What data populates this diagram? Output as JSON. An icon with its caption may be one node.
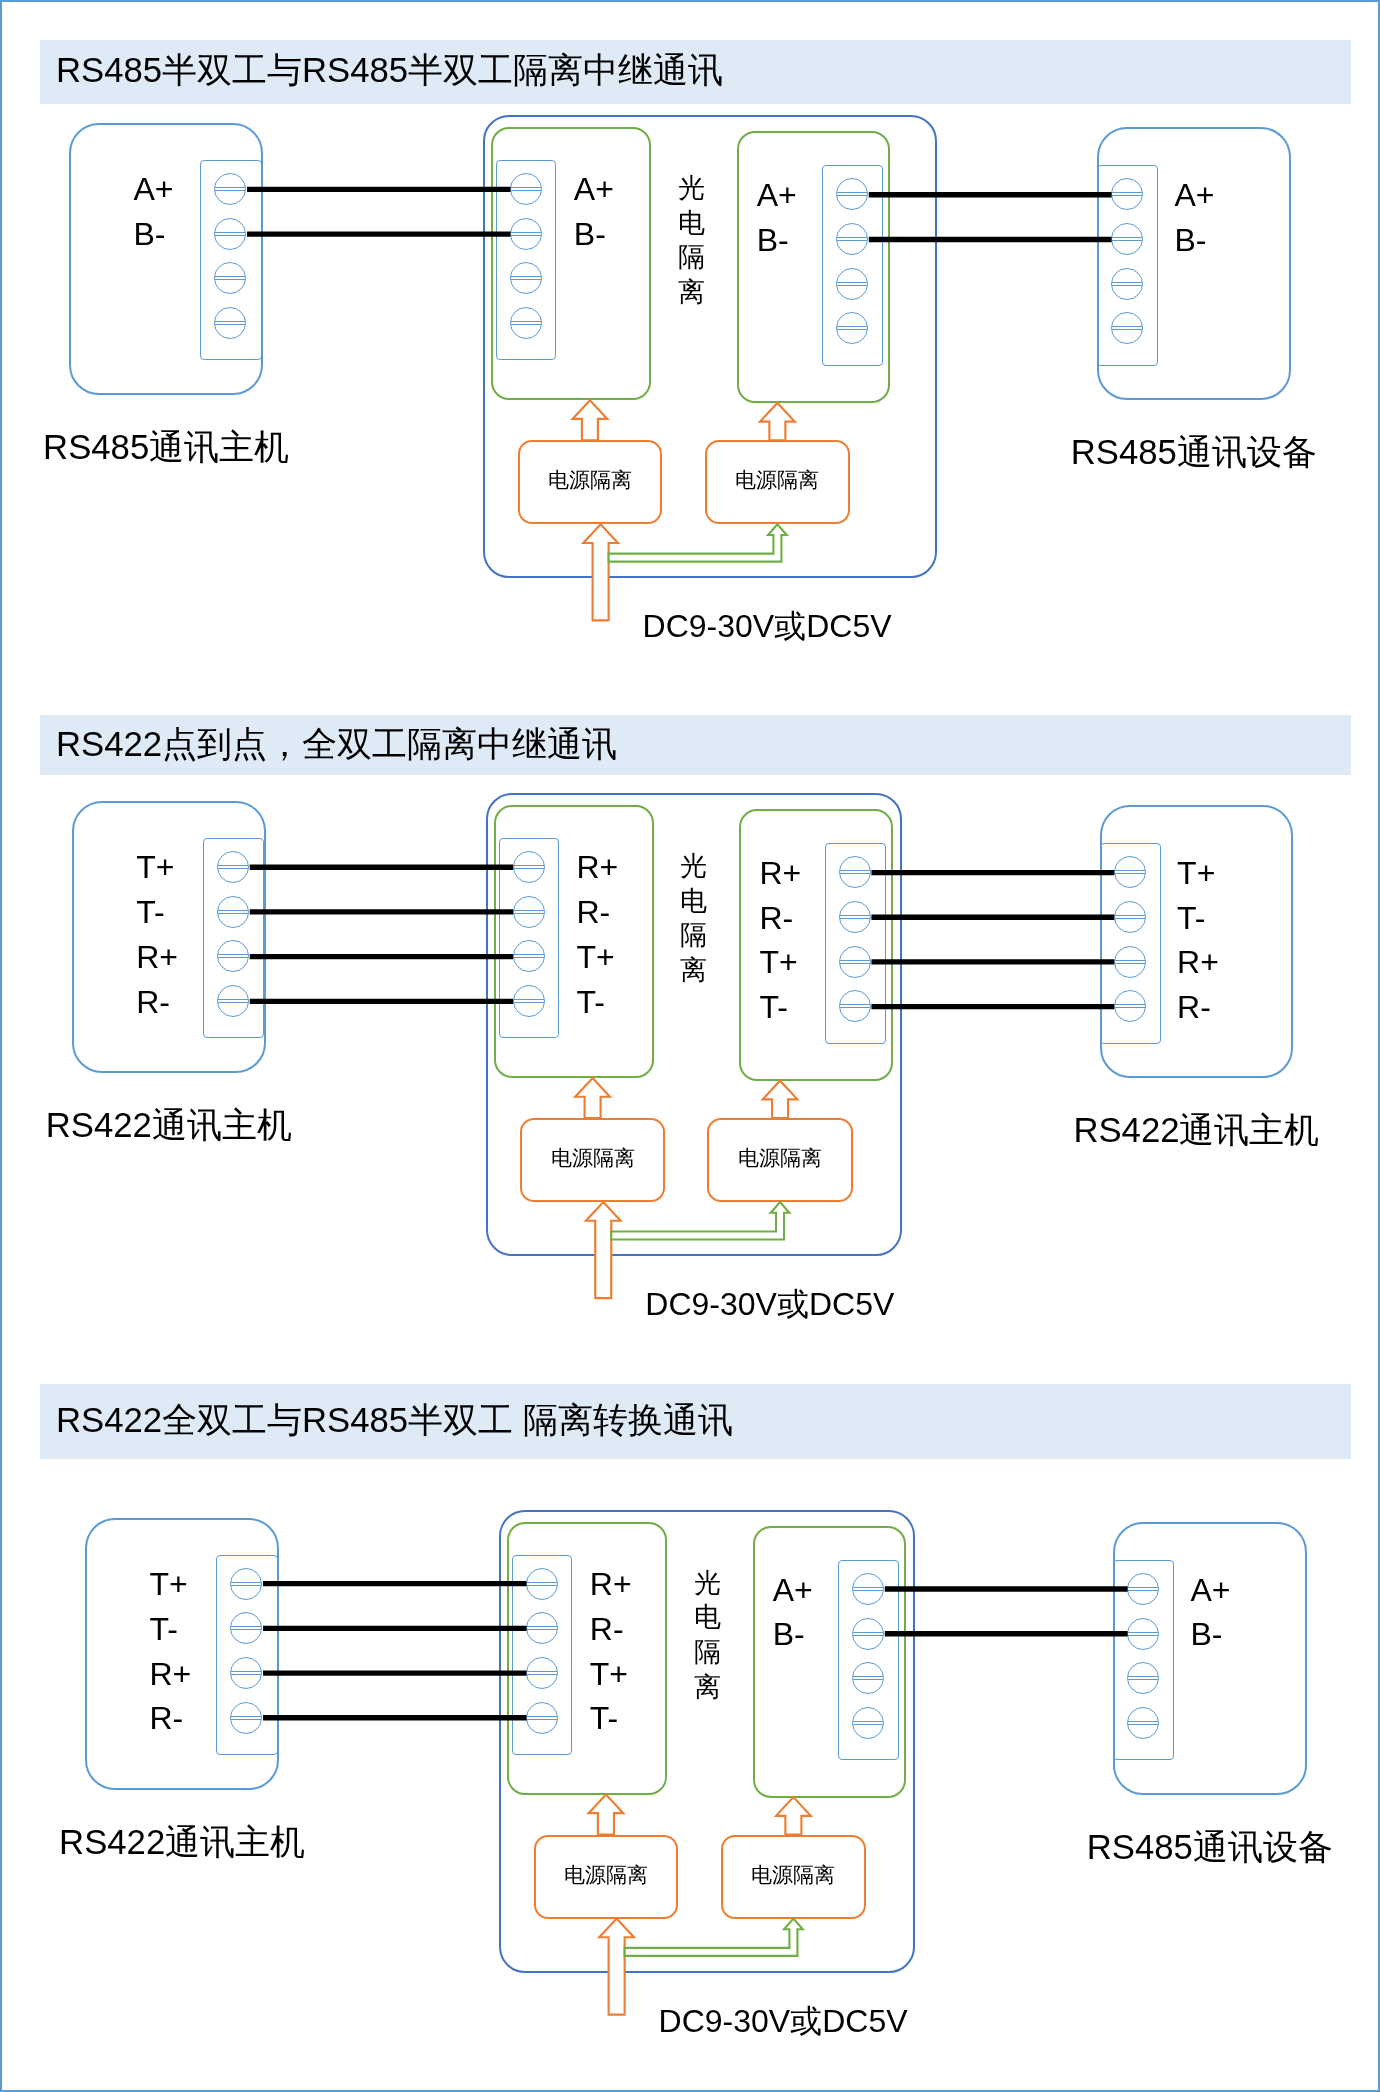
{
  "diagram": {
    "nodes": [
      {
        "text": [
          "RS485半双工与RS485半双工隔离中继通讯"
        ]
      },
      {
        "text": [
          "A+",
          "B-"
        ],
        "beside": [
          "RS485通讯主机"
        ]
      },
      {
        "text": [],
        "shape": "box",
        "in": 1
      },
      {
        "text": [],
        "shape": "circle",
        "in": 2
      },
      {
        "text": [],
        "shape": "circle",
        "in": 2
      },
      {
        "text": [],
        "shape": "circle",
        "in": 2
      },
      {
        "text": [],
        "shape": "circle",
        "in": 2
      },
      {
        "text": [
          "光电隔离"
        ]
      },
      {
        "text": [
          "A+",
          "B-"
        ],
        "in": 7
      },
      {
        "text": [],
        "shape": "box",
        "in": 8
      },
      {
        "text": [],
        "shape": "circle",
        "in": 9
      },
      {
        "text": [],
        "shape": "circle",
        "in": 9
      },
      {
        "text": [],
        "shape": "circle",
        "in": 9
      },
      {
        "text": [],
        "shape": "circle",
        "in": 9
      },
      {
        "text": [
          "A+",
          "B-"
        ],
        "in": 7
      },
      {
        "text": [],
        "shape": "box",
        "in": 14
      },
      {
        "text": [],
        "shape": "circle",
        "in": 15
      },
      {
        "text": [],
        "shape": "circle",
        "in": 15
      },
      {
        "text": [],
        "shape": "circle",
        "in": 15
      },
      {
        "text": [],
        "shape": "circle",
        "in": 15
      },
      {
        "text": [
          "电源隔离"
        ],
        "in": 7
      },
      {
        "text": [
          "电源隔离"
        ],
        "in": 7
      },
      {
        "text": [
          "A+",
          "B-"
        ],
        "beside": [
          "RS485通讯设备"
        ]
      },
      {
        "text": [],
        "shape": "box",
        "in": 22
      },
      {
        "text": [],
        "shape": "circle",
        "in": 23
      },
      {
        "text": [],
        "shape": "circle",
        "in": 23
      },
      {
        "text": [],
        "shape": "circle",
        "in": 23
      },
      {
        "text": [],
        "shape": "circle",
        "in": 23
      },
      {
        "text": [
          "RS422点到点，全双工隔离中继通讯"
        ]
      },
      {
        "text": [
          "T+",
          "T-",
          "R+",
          "R-"
        ],
        "beside": [
          "RS422通讯主机"
        ]
      },
      {
        "text": [],
        "shape": "box",
        "in": 29
      },
      {
        "text": [],
        "shape": "circle",
        "in": 30
      },
      {
        "text": [],
        "shape": "circle",
        "in": 30
      },
      {
        "text": [],
        "shape": "circle",
        "in": 30
      },
      {
        "text": [],
        "shape": "circle",
        "in": 30
      },
      {
        "text": [
          "光电隔离"
        ]
      },
      {
        "text": [
          "R+",
          "R-",
          "T+",
          "T-"
        ],
        "in": 35
      },
      {
        "text": [],
        "shape": "box",
        "in": 36
      },
      {
        "text": [],
        "shape": "circle",
        "in": 37
      },
      {
        "text": [],
        "shape": "circle",
        "in": 37
      },
      {
        "text": [],
        "shape": "circle",
        "in": 37
      },
      {
        "text": [],
        "shape": "circle",
        "in": 37
      },
      {
        "text": [
          "R+",
          "R-",
          "T+",
          "T-"
        ],
        "in": 35
      },
      {
        "text": [],
        "shape": "box",
        "in": 42
      },
      {
        "text": [],
        "shape": "circle",
        "in": 43
      },
      {
        "text": [],
        "shape": "circle",
        "in": 43
      },
      {
        "text": [],
        "shape": "circle",
        "in": 43
      },
      {
        "text": [],
        "shape": "circle",
        "in": 43
      },
      {
        "text": [
          "电源隔离"
        ],
        "in": 35
      },
      {
        "text": [
          "电源隔离"
        ],
        "in": 35
      },
      {
        "text": [
          "T+",
          "T-",
          "R+",
          "R-"
        ],
        "beside": [
          "RS422通讯主机"
        ]
      },
      {
        "text": [],
        "shape": "box",
        "in": 50
      },
      {
        "text": [],
        "shape": "circle",
        "in": 51
      },
      {
        "text": [],
        "shape": "circle",
        "in": 51
      },
      {
        "text": [],
        "shape": "circle",
        "in": 51
      },
      {
        "text": [],
        "shape": "circle",
        "in": 51
      },
      {
        "text": [
          "RS422全双工与RS485半双工 隔离转换通讯"
        ]
      },
      {
        "text": [
          "T+",
          "T-",
          "R+",
          "R-"
        ],
        "beside": [
          "RS422通讯主机"
        ]
      },
      {
        "text": [],
        "shape": "box",
        "in": 57
      },
      {
        "text": [],
        "shape": "circle",
        "in": 58
      },
      {
        "text": [],
        "shape": "circle",
        "in": 58
      },
      {
        "text": [],
        "shape": "circle",
        "in": 58
      },
      {
        "text": [],
        "shape": "circle",
        "in": 58
      },
      {
        "text": [
          "光电隔离"
        ]
      },
      {
        "text": [
          "R+",
          "R-",
          "T+",
          "T-"
        ],
        "in": 63
      },
      {
        "text": [],
        "shape": "box",
        "in": 64
      },
      {
        "text": [],
        "shape": "circle",
        "in": 65
      },
      {
        "text": [],
        "shape": "circle",
        "in": 65
      },
      {
        "text": [],
        "shape": "circle",
        "in": 65
      },
      {
        "text": [],
        "shape": "circle",
        "in": 65
      },
      {
        "text": [
          "A+",
          "B-"
        ],
        "in": 63
      },
      {
        "text": [],
        "shape": "box",
        "in": 70
      },
      {
        "text": [],
        "shape": "circle",
        "in": 71
      },
      {
        "text": [],
        "shape": "circle",
        "in": 71
      },
      {
        "text": [],
        "shape": "circle",
        "in": 71
      },
      {
        "text": [],
        "shape": "circle",
        "in": 71
      },
      {
        "text": [
          "电源隔离"
        ],
        "in": 63
      },
      {
        "text": [
          "电源隔离"
        ],
        "in": 63
      },
      {
        "text": [
          "A+",
          "B-"
        ],
        "beside": [
          "RS485通讯设备"
        ]
      },
      {
        "text": [],
        "shape": "box",
        "in": 78
      },
      {
        "text": [],
        "shape": "circle",
        "in": 79
      },
      {
        "text": [],
        "shape": "circle",
        "in": 79
      },
      {
        "text": [],
        "shape": "circle",
        "in": 79
      },
      {
        "text": [],
        "shape": "circle",
        "in": 79
      }
    ],
    "edges": [
      {
        "from": 3,
        "to": 10,
        "arrow": "none"
      },
      {
        "from": 4,
        "to": 11,
        "arrow": "none"
      },
      {
        "from": 16,
        "to": 24,
        "arrow": "none"
      },
      {
        "from": 17,
        "to": 25,
        "arrow": "none"
      },
      {
        "from": 20,
        "to": 8,
        "arrow": "to",
        "color": "#ed7d31"
      },
      {
        "from": 21,
        "to": 14,
        "arrow": "to",
        "color": "#ed7d31"
      },
      {
        "from": null,
        "to": 20,
        "arrow": "to",
        "color": "#ed7d31",
        "label": "DC9-30V或DC5V"
      },
      {
        "from": null,
        "to": 21,
        "arrow": "to",
        "color": "#70ad47"
      },
      {
        "from": 31,
        "to": 38,
        "arrow": "none"
      },
      {
        "from": 32,
        "to": 39,
        "arrow": "none"
      },
      {
        "from": 33,
        "to": 40,
        "arrow": "none"
      },
      {
        "from": 34,
        "to": 41,
        "arrow": "none"
      },
      {
        "from": 44,
        "to": 52,
        "arrow": "none"
      },
      {
        "from": 45,
        "to": 53,
        "arrow": "none"
      },
      {
        "from": 46,
        "to": 54,
        "arrow": "none"
      },
      {
        "from": 47,
        "to": 55,
        "arrow": "none"
      },
      {
        "from": 48,
        "to": 36,
        "arrow": "to",
        "color": "#ed7d31"
      },
      {
        "from": 49,
        "to": 42,
        "arrow": "to",
        "color": "#ed7d31"
      },
      {
        "from": null,
        "to": 48,
        "arrow": "to",
        "color": "#ed7d31",
        "label": "DC9-30V或DC5V"
      },
      {
        "from": null,
        "to": 49,
        "arrow": "to",
        "color": "#70ad47"
      },
      {
        "from": 59,
        "to": 66,
        "arrow": "none"
      },
      {
        "from": 60,
        "to": 67,
        "arrow": "none"
      },
      {
        "from": 61,
        "to": 68,
        "arrow": "none"
      },
      {
        "from": 62,
        "to": 69,
        "arrow": "none"
      },
      {
        "from": 72,
        "to": 80,
        "arrow": "none"
      },
      {
        "from": 73,
        "to": 81,
        "arrow": "none"
      },
      {
        "from": 76,
        "to": 64,
        "arrow": "to",
        "color": "#ed7d31"
      },
      {
        "from": 77,
        "to": 70,
        "arrow": "to",
        "color": "#ed7d31"
      },
      {
        "from": null,
        "to": 76,
        "arrow": "to",
        "color": "#ed7d31",
        "label": "DC9-30V或DC5V"
      },
      {
        "from": null,
        "to": 77,
        "arrow": "to",
        "color": "#70ad47"
      }
    ]
  }
}
